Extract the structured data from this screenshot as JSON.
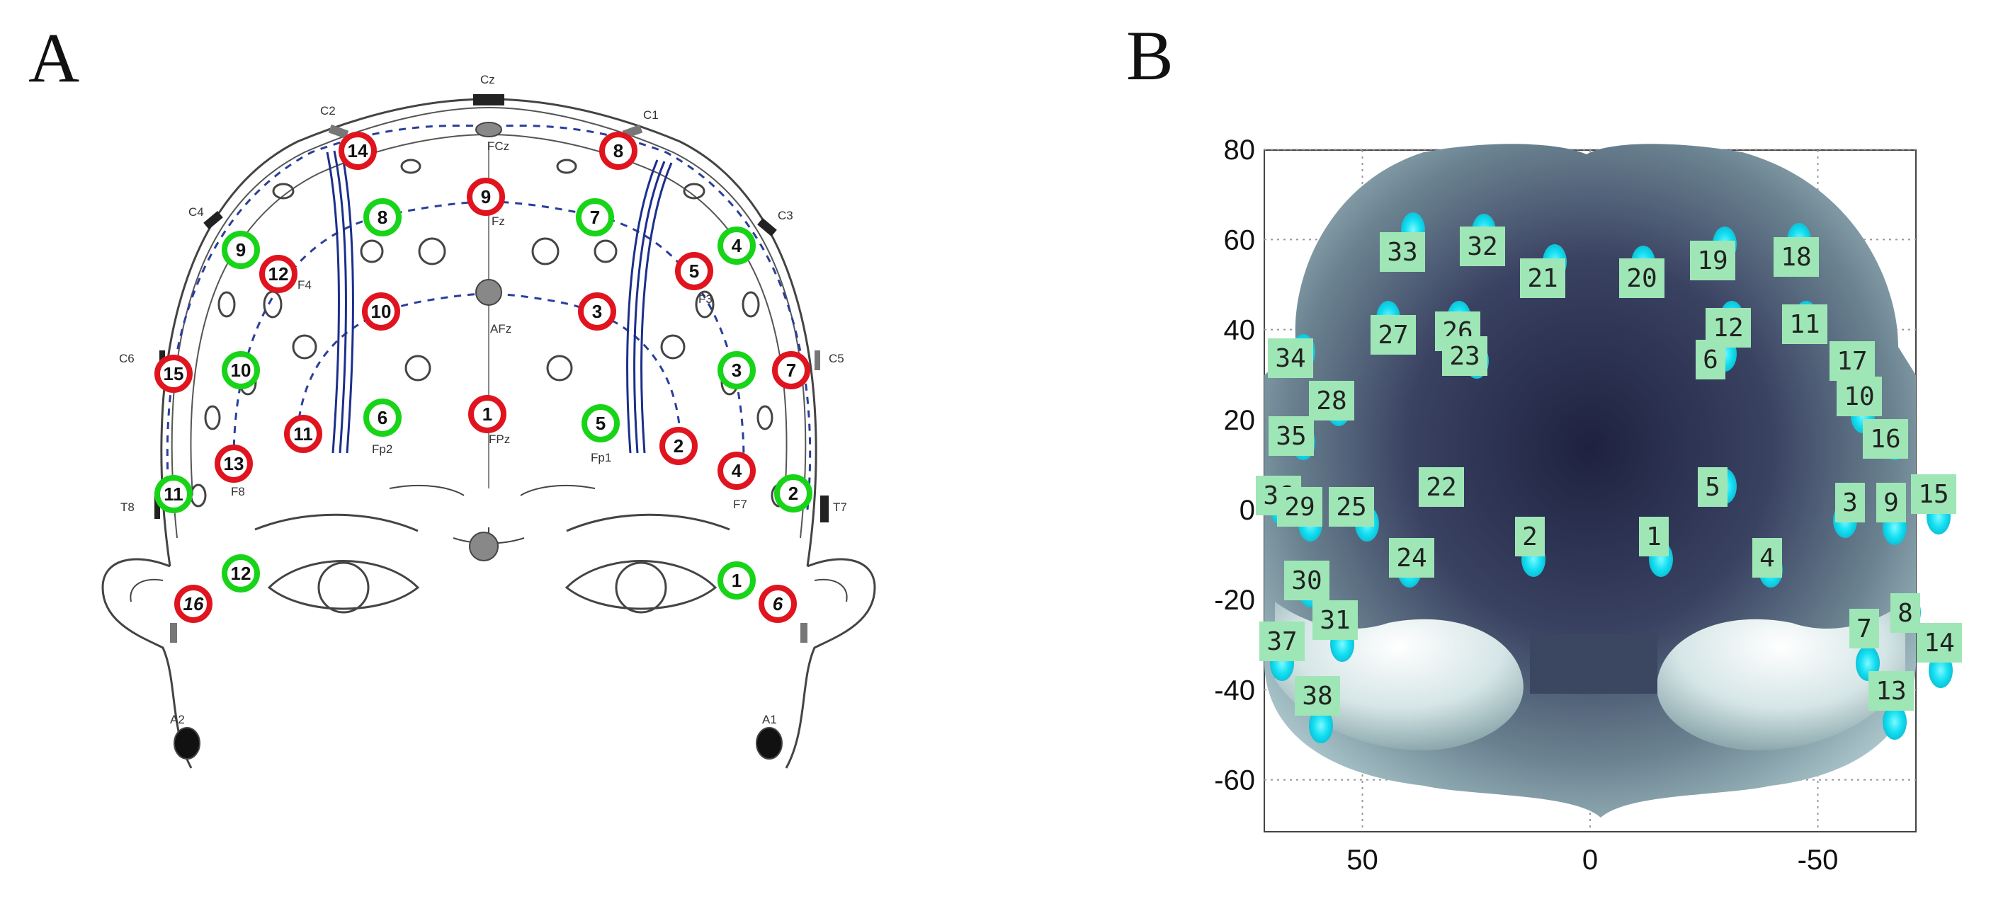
{
  "panels": {
    "a_letter": "A",
    "b_letter": "B"
  },
  "colors": {
    "source": "#e0141e",
    "detector": "#18d418",
    "cap_line": "#1d2f8c",
    "spot": "#11e6f5",
    "label_box": "#9fe6b6"
  },
  "panel_a": {
    "electrode_labels": [
      "Cz",
      "C2",
      "C1",
      "FCz",
      "C4",
      "C3",
      "Fz",
      "F4",
      "F3",
      "AFz",
      "C6",
      "C5",
      "Fp2",
      "FPz",
      "Fp1",
      "F8",
      "F7",
      "T8",
      "T7",
      "A2",
      "A1"
    ],
    "sources": [
      "14",
      "8",
      "9",
      "12",
      "5",
      "10",
      "3",
      "15",
      "7",
      "11",
      "1",
      "2",
      "13",
      "4",
      "16",
      "6"
    ],
    "detectors": [
      "8",
      "7",
      "9",
      "4",
      "10",
      "3",
      "6",
      "5",
      "11",
      "2",
      "12",
      "1"
    ]
  },
  "panel_b": {
    "x_ticks": [
      "50",
      "0",
      "-50"
    ],
    "y_ticks": [
      "80",
      "60",
      "40",
      "20",
      "0",
      "-20",
      "-40",
      "-60"
    ],
    "x_tick_values": [
      50,
      0,
      -50
    ],
    "y_tick_values": [
      80,
      60,
      40,
      20,
      0,
      -20,
      -40,
      -60
    ],
    "channels": [
      "33",
      "32",
      "21",
      "20",
      "19",
      "18",
      "27",
      "26",
      "23",
      "12",
      "11",
      "34",
      "6",
      "17",
      "28",
      "10",
      "35",
      "16",
      "22",
      "5",
      "36",
      "29",
      "25",
      "3",
      "9",
      "15",
      "2",
      "1",
      "24",
      "4",
      "30",
      "8",
      "31",
      "37",
      "7",
      "14",
      "38",
      "13"
    ]
  }
}
